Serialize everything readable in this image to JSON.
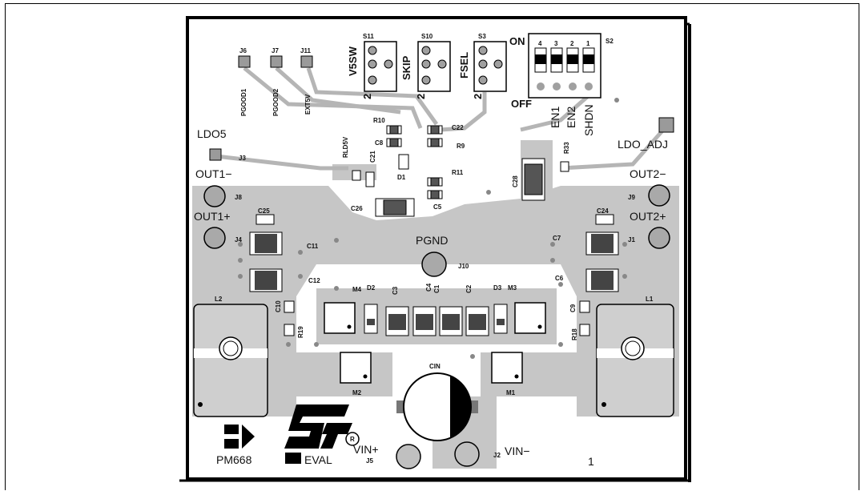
{
  "pcb": {
    "board_name": "PM668",
    "board_suffix": "EVAL",
    "revision": "1",
    "logo_text": "ST",
    "registered_mark": "R",
    "connectors": {
      "ldo5": "LDO5",
      "ldo_adj": "LDO_ADJ",
      "out1_minus": "OUT1−",
      "out1_plus": "OUT1+",
      "out2_minus": "OUT2−",
      "out2_plus": "OUT2+",
      "pgnd": "PGND",
      "vin_plus": "VIN+",
      "vin_minus": "VIN−"
    },
    "switch_labels": {
      "v5sw": "V5SW",
      "skip": "SKIP",
      "fsel": "FSEL",
      "on": "ON",
      "off": "OFF",
      "en1": "EN1",
      "en2": "EN2",
      "shdn": "SHDN",
      "dip_pins": [
        "4",
        "3",
        "2",
        "1"
      ],
      "jumper_pin": "2"
    },
    "test_points": {
      "pgood1": "PGOOD1",
      "pgood2": "PGOOD2",
      "ext5v": "EXT5V"
    },
    "refdes": {
      "J6": "J6",
      "J7": "J7",
      "J11": "J11",
      "S11": "S11",
      "S10": "S10",
      "S3": "S3",
      "S2": "S2",
      "J3": "J3",
      "J8": "J8",
      "J4": "J4",
      "J9": "J9",
      "J1": "J1",
      "J10": "J10",
      "J5": "J5",
      "J2": "J2",
      "R10": "R10",
      "C8a": "C8",
      "C22": "C22",
      "R9": "R9",
      "RLD5V": "RLD5V",
      "C21": "C21",
      "D1": "D1",
      "R11": "R11",
      "C5": "C5",
      "C26": "C26",
      "R33": "R33",
      "C28": "C28",
      "C25": "C25",
      "C24": "C24",
      "C11": "C11",
      "C12": "C12",
      "C7": "C7",
      "C6": "C6",
      "C10": "C10",
      "C9": "C9",
      "R19": "R19",
      "R18": "R18",
      "L2": "L2",
      "L1": "L1",
      "M4": "M4",
      "D2": "D2",
      "C3": "C3",
      "C4": "C4",
      "C1": "C1",
      "C2": "C2",
      "D3": "D3",
      "M3": "M3",
      "M2": "M2",
      "M1": "M1",
      "CIN": "CIN"
    }
  },
  "colors": {
    "copper": "#c9c9c9",
    "pad": "#8f8f8f",
    "silk": "#111111",
    "board_edge": "#000000"
  }
}
